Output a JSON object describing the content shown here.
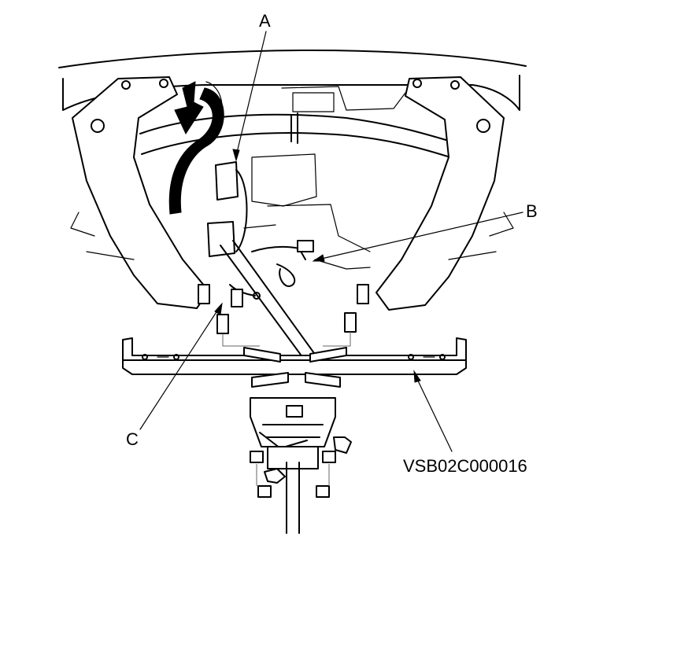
{
  "callouts": {
    "a": "A",
    "b": "B",
    "c": "C"
  },
  "figure_code": "VSB02C000016",
  "colors": {
    "line": "#000000",
    "background": "#ffffff"
  }
}
